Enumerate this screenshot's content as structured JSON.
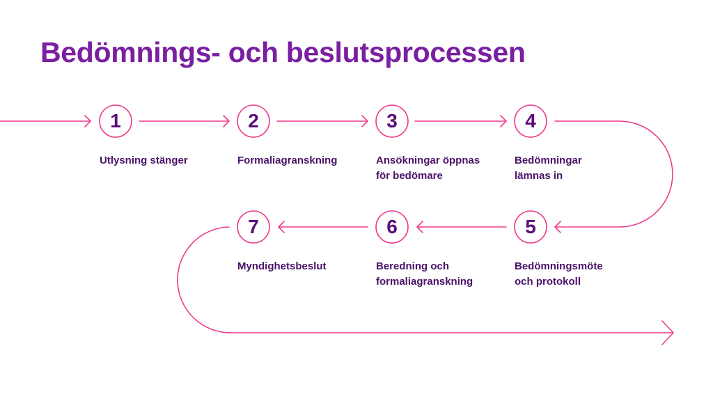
{
  "title": "Bedömnings- och beslutsprocessen",
  "colors": {
    "title": "#7a1fa2",
    "line": "#ee3b8c",
    "number": "#5a0f7a",
    "label": "#4a1268"
  },
  "steps": [
    {
      "number": "1",
      "label_lines": [
        "Utlysning stänger"
      ]
    },
    {
      "number": "2",
      "label_lines": [
        "Formaliagranskning"
      ]
    },
    {
      "number": "3",
      "label_lines": [
        "Ansökningar öppnas",
        "för bedömare"
      ]
    },
    {
      "number": "4",
      "label_lines": [
        "Bedömningar",
        "lämnas in"
      ]
    },
    {
      "number": "5",
      "label_lines": [
        "Bedömningsmöte",
        "och protokoll"
      ]
    },
    {
      "number": "6",
      "label_lines": [
        "Beredning och",
        "formaliagranskning"
      ]
    },
    {
      "number": "7",
      "label_lines": [
        "Myndighetsbeslut"
      ]
    }
  ]
}
